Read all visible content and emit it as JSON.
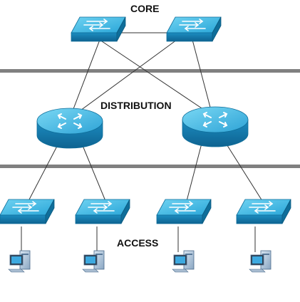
{
  "diagram": {
    "layers": {
      "core": "CORE",
      "distribution": "DISTRIBUTION",
      "access": "ACCESS"
    },
    "icons": {
      "core_switch": "switch-icon",
      "distribution_router": "router-icon",
      "access_switch": "switch-icon",
      "workstation": "workstation-icon"
    },
    "colors": {
      "device_top": "#4fc3e8",
      "device_side": "#1a86b8",
      "device_dark": "#0f6e9a",
      "divider": "#808080",
      "link": "#333333"
    }
  }
}
